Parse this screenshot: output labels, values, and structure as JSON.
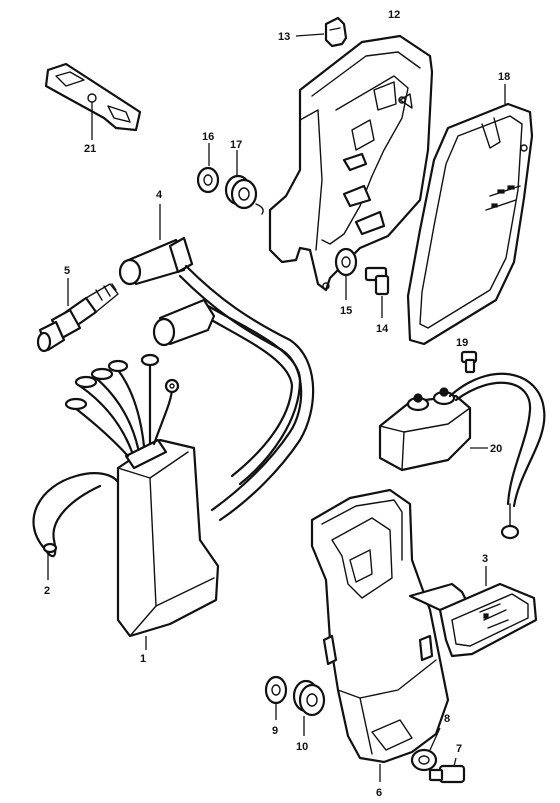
{
  "callouts": [
    {
      "id": "c1",
      "text": "1"
    },
    {
      "id": "c2",
      "text": "2"
    },
    {
      "id": "c3",
      "text": "3"
    },
    {
      "id": "c4",
      "text": "4"
    },
    {
      "id": "c5",
      "text": "5"
    },
    {
      "id": "c6",
      "text": "6"
    },
    {
      "id": "c7",
      "text": "7"
    },
    {
      "id": "c8",
      "text": "8"
    },
    {
      "id": "c9",
      "text": "9"
    },
    {
      "id": "c10",
      "text": "10"
    },
    {
      "id": "c12",
      "text": "12"
    },
    {
      "id": "c13",
      "text": "13"
    },
    {
      "id": "c14",
      "text": "14"
    },
    {
      "id": "c15",
      "text": "15"
    },
    {
      "id": "c16",
      "text": "16"
    },
    {
      "id": "c17",
      "text": "17"
    },
    {
      "id": "c18",
      "text": "18"
    },
    {
      "id": "c19",
      "text": "19"
    },
    {
      "id": "c20",
      "text": "20"
    },
    {
      "id": "c21",
      "text": "21"
    }
  ]
}
